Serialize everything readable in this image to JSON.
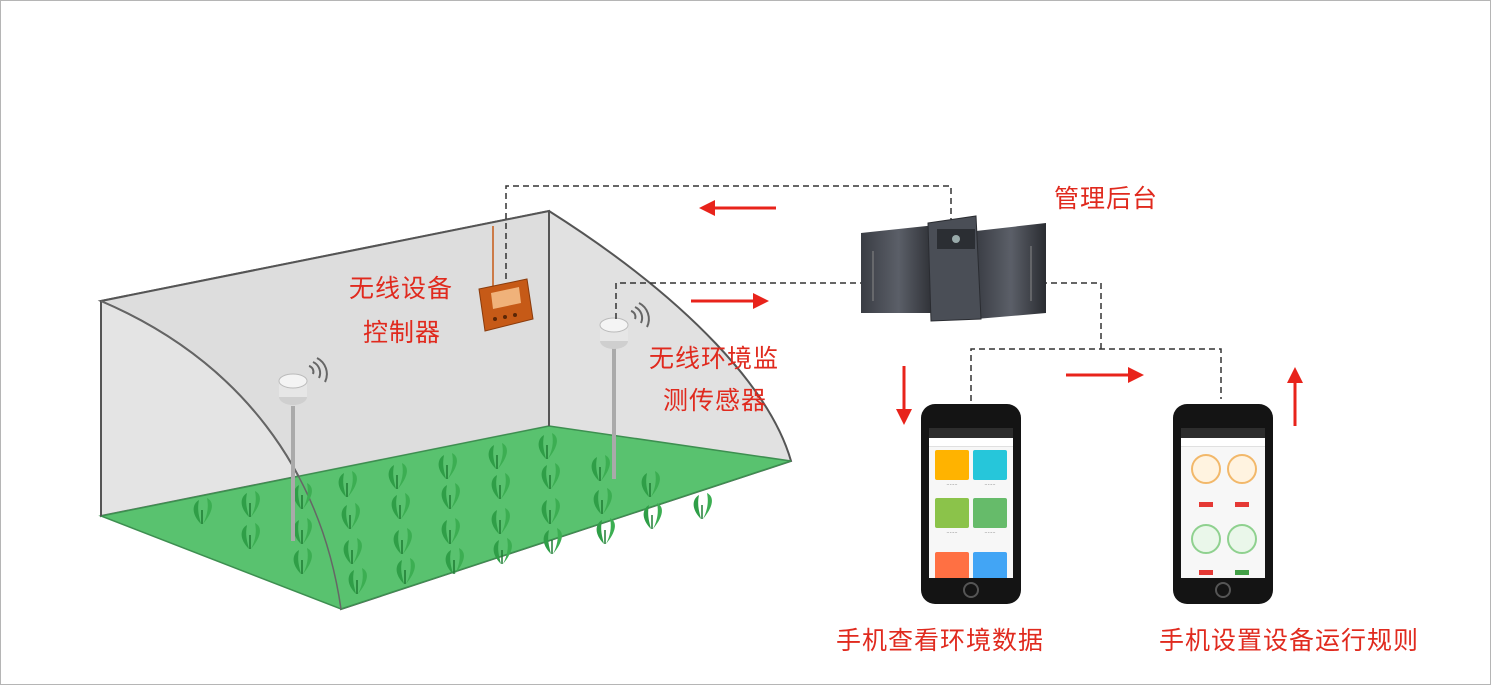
{
  "labels": {
    "controller_line1": "无线设备",
    "controller_line2": "控制器",
    "sensor_line1": "无线环境监",
    "sensor_line2": "测传感器",
    "backend": "管理后台",
    "phone_view": "手机查看环境数据",
    "phone_set": "手机设置设备运行规则"
  },
  "colors": {
    "label_red": "#e02a1e",
    "arrow_red": "#e8231b",
    "greenhouse_floor": "#59c26f",
    "greenhouse_wall": "#e6e6e6",
    "plant_green": "#2f9e47",
    "controller_orange": "#c65a17"
  },
  "icons": {
    "server": "server-rack-icon",
    "controller": "wireless-controller-icon",
    "sensor": "wireless-sensor-icon",
    "phone": "smartphone-icon",
    "plant": "plant-icon",
    "wifi": "wifi-signal-icon"
  }
}
